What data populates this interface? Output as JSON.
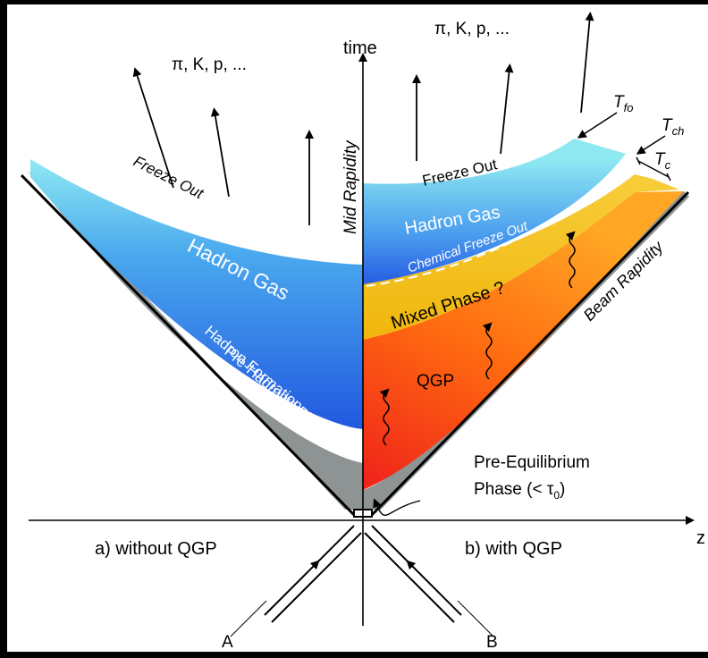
{
  "axis": {
    "time": "time",
    "z": "z"
  },
  "left": {
    "caption": "a) without QGP",
    "particles": "π, K, p, ...",
    "freeze_out": "Freeze Out",
    "hadron_gas": "Hadron Gas",
    "hadron_formation": "Hadron Formation",
    "pre_hadronic": "Pre-Hadronic Phase"
  },
  "right": {
    "caption": "b) with QGP",
    "particles": "π, K, p, ...",
    "freeze_out": "Freeze Out",
    "hadron_gas": "Hadron Gas",
    "chemical_freeze_out": "Chemical Freeze Out",
    "mixed_phase": "Mixed Phase ?",
    "qgp": "QGP",
    "pre_equilibrium_line1": "Pre-Equilibrium",
    "pre_equilibrium_line2": "Phase (< τ",
    "pre_equilibrium_sub": "0",
    "pre_equilibrium_close": ")",
    "beam_rapidity": "Beam Rapidity"
  },
  "mid_rapidity": "Mid Rapidity",
  "temps": {
    "t_fo": "T",
    "t_fo_sub": "fo",
    "t_ch": "T",
    "t_ch_sub": "ch",
    "t_c": "T",
    "t_c_sub": "c"
  },
  "beams": {
    "a": "A",
    "b": "B"
  },
  "colors": {
    "background": "#000000",
    "qgp_orange": "#ff7a10",
    "qgp_red": "#f02818",
    "mixed_yellow": "#f5c218",
    "hadron_blue": "#2a6bea",
    "hadron_cyan": "#7fe0f0",
    "pre_phase_grey": "#8a9090"
  }
}
